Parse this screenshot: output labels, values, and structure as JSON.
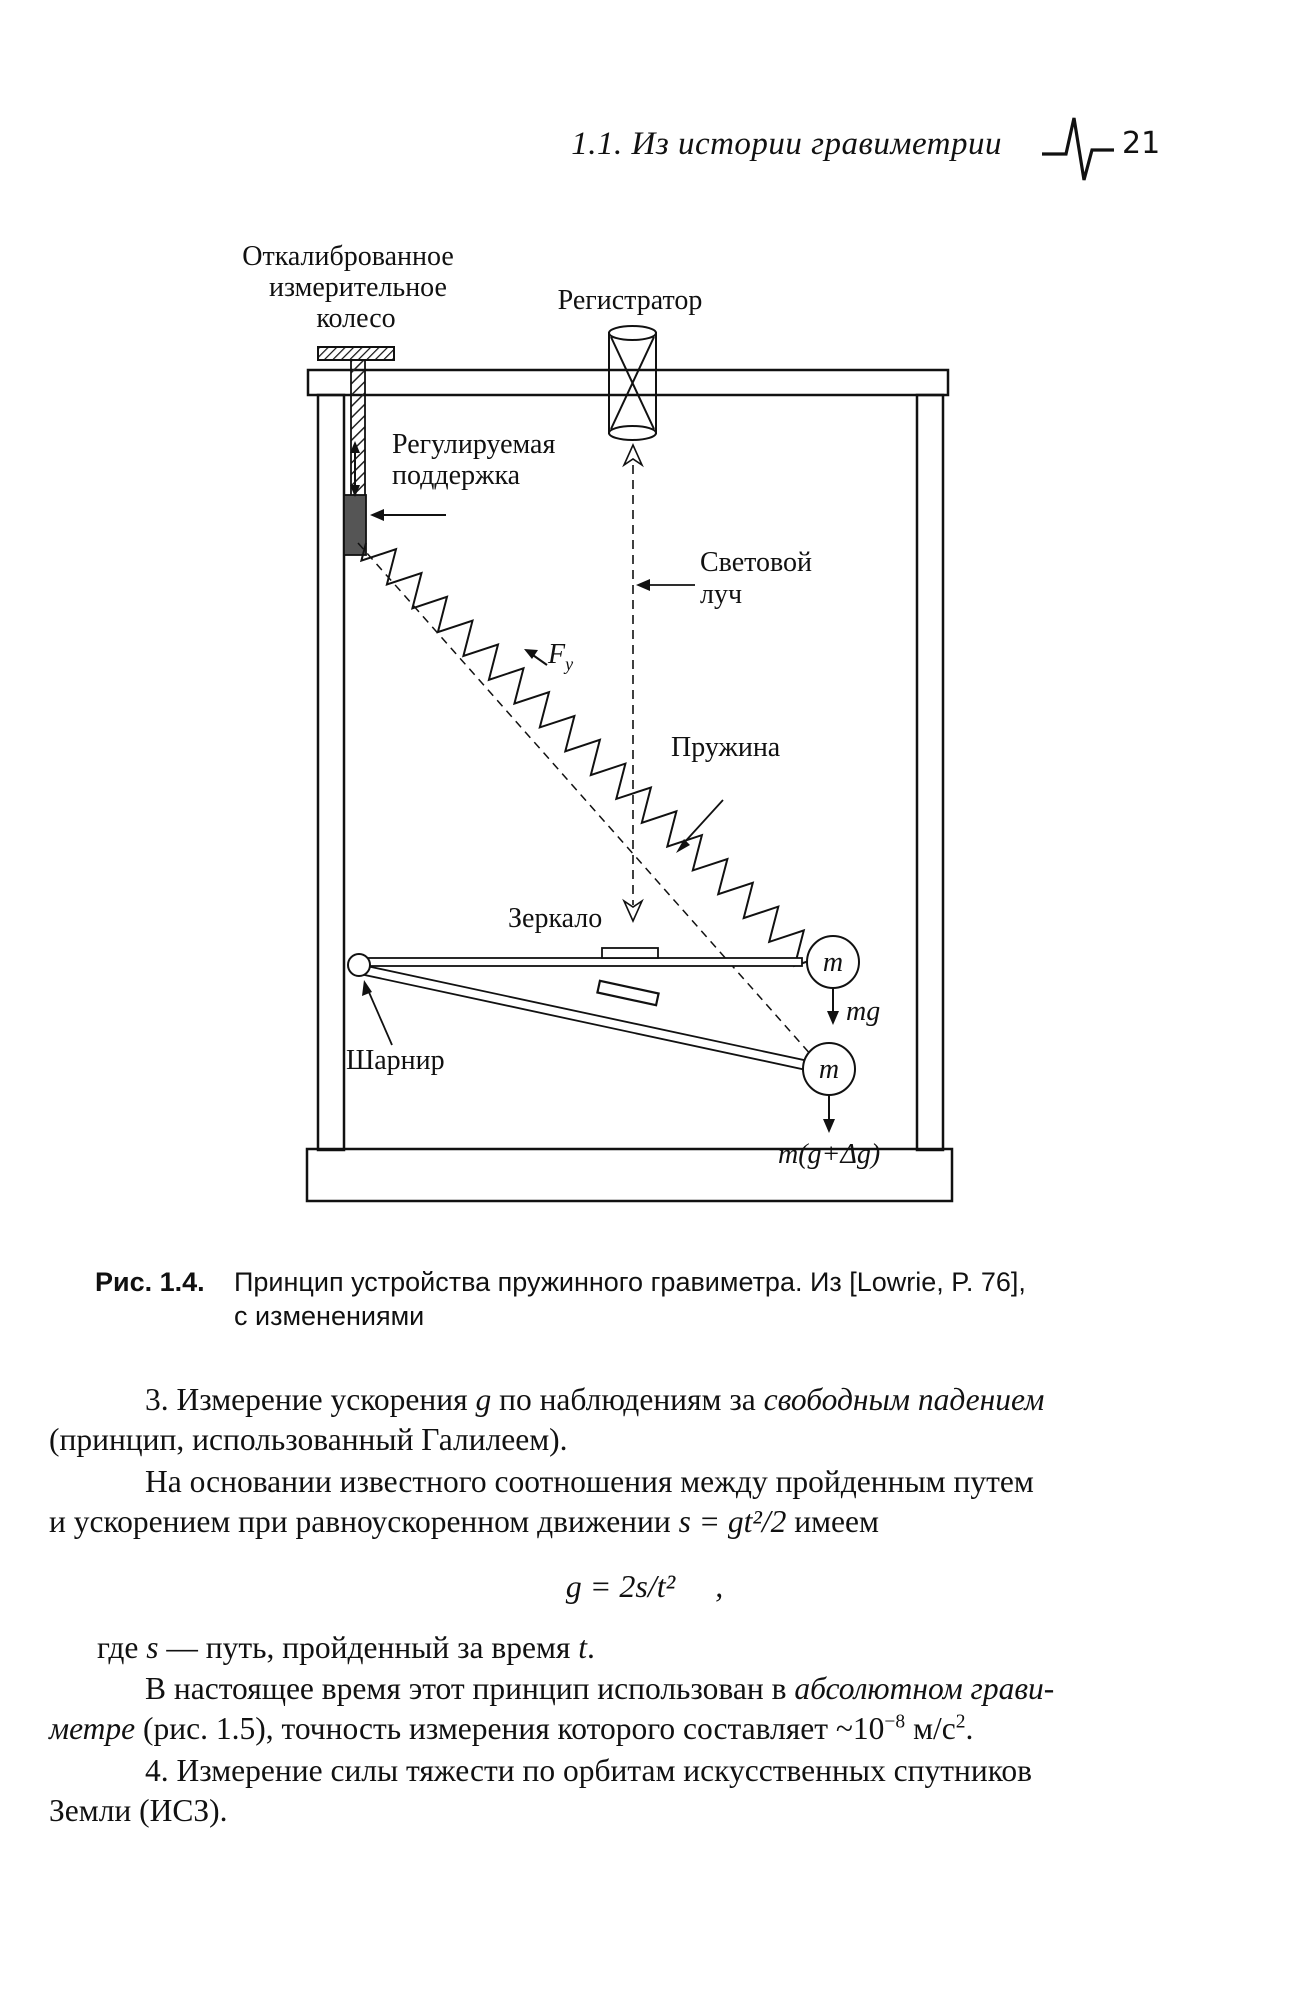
{
  "header": {
    "title": "1.1. Из истории гравиметрии",
    "page_number": "21",
    "ornament": "pulse-icon"
  },
  "figure": {
    "labels": {
      "calibrated_wheel_1": "Откалиброванное",
      "calibrated_wheel_2": "измерительное",
      "calibrated_wheel_3": "колесо",
      "recorder": "Регистратор",
      "adjustable_support_1": "Регулируемая",
      "adjustable_support_2": "поддержка",
      "light_beam_1": "Световой",
      "light_beam_2": "луч",
      "force": "F",
      "force_sub": "y",
      "spring": "Пружина",
      "mirror": "Зеркало",
      "hinge": "Шарнир",
      "mass": "m",
      "weight": "mg",
      "weight_changed": "m(g+Δg)"
    }
  },
  "caption": {
    "label": "Рис. 1.4.",
    "line1": "Принцип устройства пружинного гравиметра. Из [Lowrie, P. 76],",
    "line2": "с изменениями"
  },
  "body": {
    "p1_a": "3. Измерение ускорения ",
    "p1_g": "g",
    "p1_b": " по наблюдениям за ",
    "p1_em": "свободным падением",
    "p1_c": "(принцип, использованный Галилеем).",
    "p2_a": "На основании известного соотношения между пройденным путем",
    "p2_b": "и ускорением при равноускоренном движении ",
    "p2_formula": "s = gt²/2",
    "p2_c": " имеем",
    "formula": "g = 2s/t²",
    "formula_tail": ",",
    "p3_a": "где ",
    "p3_s": "s",
    "p3_b": " — путь, пройденный за время ",
    "p3_t": "t",
    "p3_c": ".",
    "p4_a": "В настоящее время этот принцип использован в ",
    "p4_em1": "абсолютном грави-",
    "p4_em2": "метре",
    "p4_b": " (рис. 1.5), точность измерения которого составляет ~10",
    "p4_exp": "−8",
    "p4_c": " м/с",
    "p4_exp2": "2",
    "p4_d": ".",
    "p5_a": "4. Измерение силы тяжести по орбитам искусственных спутников",
    "p5_b": "Земли (ИСЗ)."
  }
}
